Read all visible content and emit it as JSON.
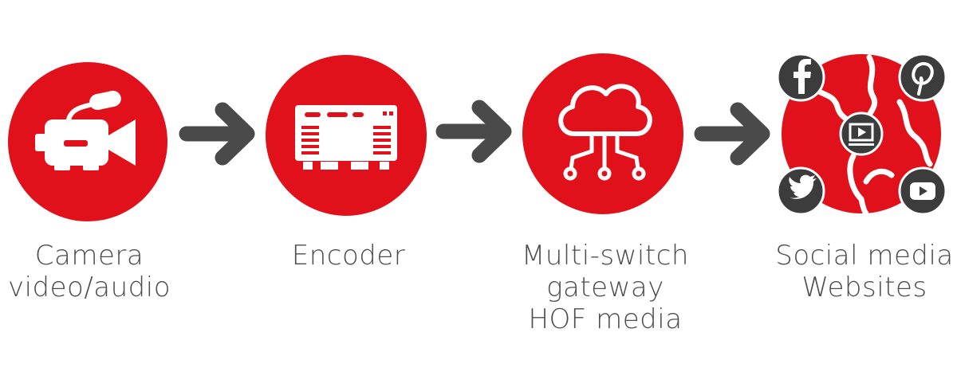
{
  "colors": {
    "accent": "#e1111b",
    "arrow": "#4a4a4a",
    "text": "#4d4d4d",
    "icon_dark": "#3c3c3c",
    "white": "#ffffff"
  },
  "steps": [
    {
      "icon": "video-camera-icon",
      "lines": [
        "Camera",
        "video/audio"
      ]
    },
    {
      "icon": "encoder-device-icon",
      "lines": [
        "Encoder"
      ]
    },
    {
      "icon": "cloud-network-icon",
      "lines": [
        "Multi-switch",
        "gateway",
        "HOF media"
      ]
    },
    {
      "icon": "globe-social-icon",
      "lines": [
        "Social media",
        "Websites"
      ]
    }
  ],
  "arrows": [
    {
      "from": "Camera video/audio",
      "to": "Encoder"
    },
    {
      "from": "Encoder",
      "to": "Multi-switch gateway HOF media"
    },
    {
      "from": "Multi-switch gateway HOF media",
      "to": "Social media Websites"
    }
  ],
  "social_icons": [
    "facebook-icon",
    "pinterest-icon",
    "twitter-icon",
    "youtube-icon",
    "video-player-icon"
  ]
}
